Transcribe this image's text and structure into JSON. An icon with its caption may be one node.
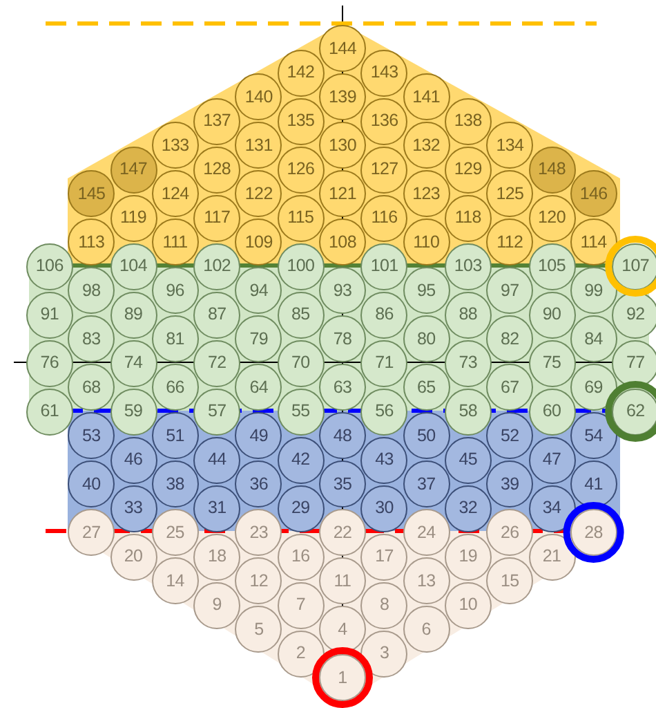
{
  "diagram": {
    "nodes": [
      {
        "text": [
          "144"
        ]
      },
      {
        "text": [
          "142"
        ]
      },
      {
        "text": [
          "143"
        ]
      },
      {
        "text": [
          "140"
        ]
      },
      {
        "text": [
          "139"
        ]
      },
      {
        "text": [
          "141"
        ]
      },
      {
        "text": [
          "137"
        ]
      },
      {
        "text": [
          "135"
        ]
      },
      {
        "text": [
          "136"
        ]
      },
      {
        "text": [
          "138"
        ]
      },
      {
        "text": [
          "133"
        ]
      },
      {
        "text": [
          "131"
        ]
      },
      {
        "text": [
          "130"
        ]
      },
      {
        "text": [
          "132"
        ]
      },
      {
        "text": [
          "134"
        ]
      },
      {
        "text": [
          "147"
        ]
      },
      {
        "text": [
          "128"
        ]
      },
      {
        "text": [
          "126"
        ]
      },
      {
        "text": [
          "127"
        ]
      },
      {
        "text": [
          "129"
        ]
      },
      {
        "text": [
          "148"
        ]
      },
      {
        "text": [
          "145"
        ]
      },
      {
        "text": [
          "124"
        ]
      },
      {
        "text": [
          "122"
        ]
      },
      {
        "text": [
          "121"
        ]
      },
      {
        "text": [
          "123"
        ]
      },
      {
        "text": [
          "125"
        ]
      },
      {
        "text": [
          "146"
        ]
      },
      {
        "text": [
          "119"
        ]
      },
      {
        "text": [
          "117"
        ]
      },
      {
        "text": [
          "115"
        ]
      },
      {
        "text": [
          "116"
        ]
      },
      {
        "text": [
          "118"
        ]
      },
      {
        "text": [
          "120"
        ]
      },
      {
        "text": [
          "113"
        ]
      },
      {
        "text": [
          "111"
        ]
      },
      {
        "text": [
          "109"
        ]
      },
      {
        "text": [
          "108"
        ]
      },
      {
        "text": [
          "110"
        ]
      },
      {
        "text": [
          "112"
        ]
      },
      {
        "text": [
          "114"
        ]
      },
      {
        "text": [
          "106"
        ]
      },
      {
        "text": [
          "104"
        ]
      },
      {
        "text": [
          "102"
        ]
      },
      {
        "text": [
          "100"
        ]
      },
      {
        "text": [
          "101"
        ]
      },
      {
        "text": [
          "103"
        ]
      },
      {
        "text": [
          "105"
        ]
      },
      {
        "text": [
          "107"
        ]
      },
      {
        "text": [
          "98"
        ]
      },
      {
        "text": [
          "96"
        ]
      },
      {
        "text": [
          "94"
        ]
      },
      {
        "text": [
          "93"
        ]
      },
      {
        "text": [
          "95"
        ]
      },
      {
        "text": [
          "97"
        ]
      },
      {
        "text": [
          "99"
        ]
      },
      {
        "text": [
          "91"
        ]
      },
      {
        "text": [
          "89"
        ]
      },
      {
        "text": [
          "87"
        ]
      },
      {
        "text": [
          "85"
        ]
      },
      {
        "text": [
          "86"
        ]
      },
      {
        "text": [
          "88"
        ]
      },
      {
        "text": [
          "90"
        ]
      },
      {
        "text": [
          "92"
        ]
      },
      {
        "text": [
          "83"
        ]
      },
      {
        "text": [
          "81"
        ]
      },
      {
        "text": [
          "79"
        ]
      },
      {
        "text": [
          "78"
        ]
      },
      {
        "text": [
          "80"
        ]
      },
      {
        "text": [
          "82"
        ]
      },
      {
        "text": [
          "84"
        ]
      },
      {
        "text": [
          "76"
        ]
      },
      {
        "text": [
          "74"
        ]
      },
      {
        "text": [
          "72"
        ]
      },
      {
        "text": [
          "70"
        ]
      },
      {
        "text": [
          "71"
        ]
      },
      {
        "text": [
          "73"
        ]
      },
      {
        "text": [
          "75"
        ]
      },
      {
        "text": [
          "77"
        ]
      },
      {
        "text": [
          "68"
        ]
      },
      {
        "text": [
          "66"
        ]
      },
      {
        "text": [
          "64"
        ]
      },
      {
        "text": [
          "63"
        ]
      },
      {
        "text": [
          "65"
        ]
      },
      {
        "text": [
          "67"
        ]
      },
      {
        "text": [
          "69"
        ]
      },
      {
        "text": [
          "61"
        ]
      },
      {
        "text": [
          "59"
        ]
      },
      {
        "text": [
          "57"
        ]
      },
      {
        "text": [
          "55"
        ]
      },
      {
        "text": [
          "56"
        ]
      },
      {
        "text": [
          "58"
        ]
      },
      {
        "text": [
          "60"
        ]
      },
      {
        "text": [
          "62"
        ]
      },
      {
        "text": [
          "53"
        ]
      },
      {
        "text": [
          "51"
        ]
      },
      {
        "text": [
          "49"
        ]
      },
      {
        "text": [
          "48"
        ]
      },
      {
        "text": [
          "50"
        ]
      },
      {
        "text": [
          "52"
        ]
      },
      {
        "text": [
          "54"
        ]
      },
      {
        "text": [
          "46"
        ]
      },
      {
        "text": [
          "44"
        ]
      },
      {
        "text": [
          "42"
        ]
      },
      {
        "text": [
          "43"
        ]
      },
      {
        "text": [
          "45"
        ]
      },
      {
        "text": [
          "47"
        ]
      },
      {
        "text": [
          "40"
        ]
      },
      {
        "text": [
          "38"
        ]
      },
      {
        "text": [
          "36"
        ]
      },
      {
        "text": [
          "35"
        ]
      },
      {
        "text": [
          "37"
        ]
      },
      {
        "text": [
          "39"
        ]
      },
      {
        "text": [
          "41"
        ]
      },
      {
        "text": [
          "33"
        ]
      },
      {
        "text": [
          "31"
        ]
      },
      {
        "text": [
          "29"
        ]
      },
      {
        "text": [
          "30"
        ]
      },
      {
        "text": [
          "32"
        ]
      },
      {
        "text": [
          "34"
        ]
      },
      {
        "text": [
          "27"
        ]
      },
      {
        "text": [
          "25"
        ]
      },
      {
        "text": [
          "23"
        ]
      },
      {
        "text": [
          "22"
        ]
      },
      {
        "text": [
          "24"
        ]
      },
      {
        "text": [
          "26"
        ]
      },
      {
        "text": [
          "28"
        ]
      },
      {
        "text": [
          "20"
        ]
      },
      {
        "text": [
          "18"
        ]
      },
      {
        "text": [
          "16"
        ]
      },
      {
        "text": [
          "17"
        ]
      },
      {
        "text": [
          "19"
        ]
      },
      {
        "text": [
          "21"
        ]
      },
      {
        "text": [
          "14"
        ]
      },
      {
        "text": [
          "12"
        ]
      },
      {
        "text": [
          "11"
        ]
      },
      {
        "text": [
          "13"
        ]
      },
      {
        "text": [
          "15"
        ]
      },
      {
        "text": [
          "9"
        ]
      },
      {
        "text": [
          "7"
        ]
      },
      {
        "text": [
          "8"
        ]
      },
      {
        "text": [
          "10"
        ]
      },
      {
        "text": [
          "5"
        ]
      },
      {
        "text": [
          "4"
        ]
      },
      {
        "text": [
          "6"
        ]
      },
      {
        "text": [
          "2"
        ]
      },
      {
        "text": [
          "3"
        ]
      },
      {
        "text": [
          "1"
        ]
      }
    ]
  }
}
